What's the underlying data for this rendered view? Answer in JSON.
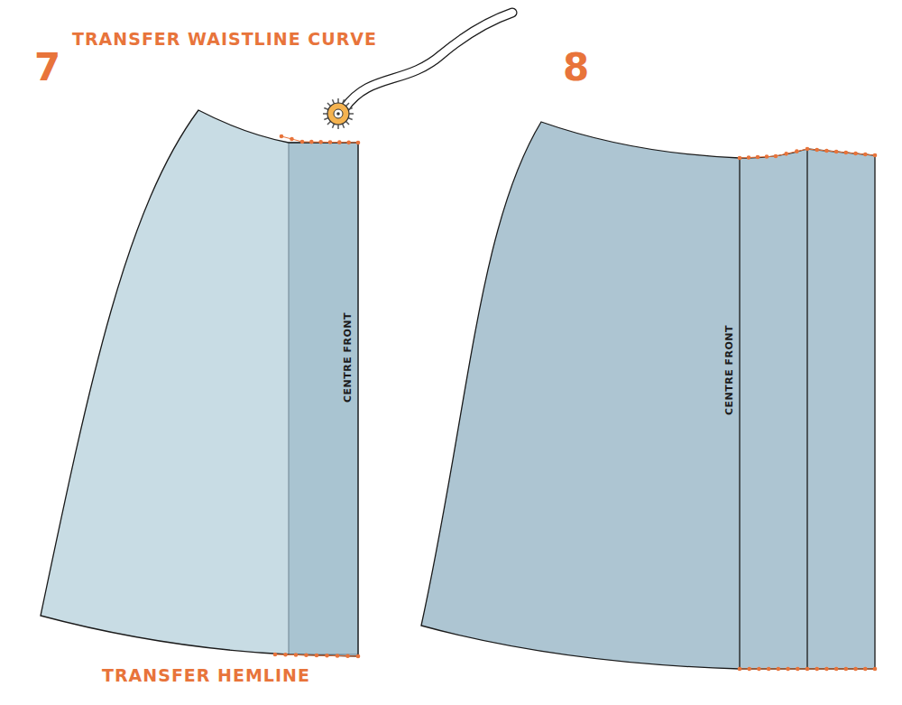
{
  "diagram": {
    "labels": [
      "7",
      "TRANSFER WAISTLINE CURVE",
      "8",
      "CENTRE FRONT",
      "CENTRE FRONT",
      "TRANSFER HEMLINE"
    ]
  }
}
